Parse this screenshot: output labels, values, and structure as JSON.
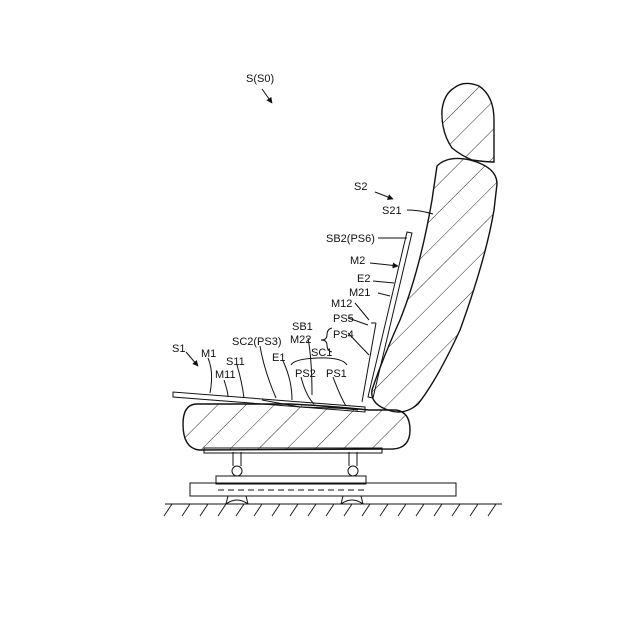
{
  "labels": {
    "s_s0": "S(S0)",
    "s2": "S2",
    "s21": "S21",
    "sb2": "SB2(PS6)",
    "m2": "M2",
    "e2": "E2",
    "m21": "M21",
    "m12": "M12",
    "sb1": "SB1",
    "ps5": "PS5",
    "ps4": "PS4",
    "m22": "M22",
    "sc1": "SC1",
    "s1": "S1",
    "m1": "M1",
    "sc2": "SC2(PS3)",
    "s11": "S11",
    "e1": "E1",
    "m11": "M11",
    "ps2": "PS2",
    "ps1": "PS1"
  }
}
